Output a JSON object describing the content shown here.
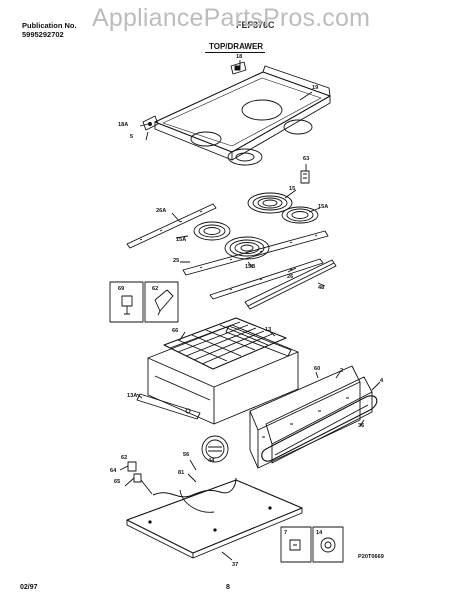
{
  "header": {
    "pub_label": "Publication No.",
    "pub_number": "5995292702",
    "model": "FEF376C",
    "watermark": "AppliancePartsPros.com",
    "section_title": "TOP/DRAWER"
  },
  "footer": {
    "date": "02/97",
    "page": "8"
  },
  "diagram_code": "P20T0669",
  "callouts": [
    {
      "id": "c18",
      "text": "18"
    },
    {
      "id": "c19",
      "text": "19"
    },
    {
      "id": "c18a",
      "text": "18A"
    },
    {
      "id": "c5",
      "text": "5"
    },
    {
      "id": "c63",
      "text": "63"
    },
    {
      "id": "c15",
      "text": "15"
    },
    {
      "id": "c15a",
      "text": "15A"
    },
    {
      "id": "c26a",
      "text": "26A"
    },
    {
      "id": "c15a2",
      "text": "15A"
    },
    {
      "id": "c25",
      "text": "25"
    },
    {
      "id": "c15b",
      "text": "15B"
    },
    {
      "id": "c26",
      "text": "26"
    },
    {
      "id": "c48",
      "text": "48"
    },
    {
      "id": "c69",
      "text": "69"
    },
    {
      "id": "c62",
      "text": "62"
    },
    {
      "id": "c66",
      "text": "66"
    },
    {
      "id": "c13",
      "text": "13"
    },
    {
      "id": "c60",
      "text": "60"
    },
    {
      "id": "c2",
      "text": "2"
    },
    {
      "id": "c4",
      "text": "4"
    },
    {
      "id": "c13a",
      "text": "13A"
    },
    {
      "id": "c36",
      "text": "36"
    },
    {
      "id": "c44",
      "text": "44"
    },
    {
      "id": "c56",
      "text": "56"
    },
    {
      "id": "c81",
      "text": "81"
    },
    {
      "id": "c62b",
      "text": "62"
    },
    {
      "id": "c64",
      "text": "64"
    },
    {
      "id": "c65",
      "text": "65"
    },
    {
      "id": "c37",
      "text": "37"
    },
    {
      "id": "c7",
      "text": "7"
    },
    {
      "id": "c14",
      "text": "14"
    }
  ]
}
